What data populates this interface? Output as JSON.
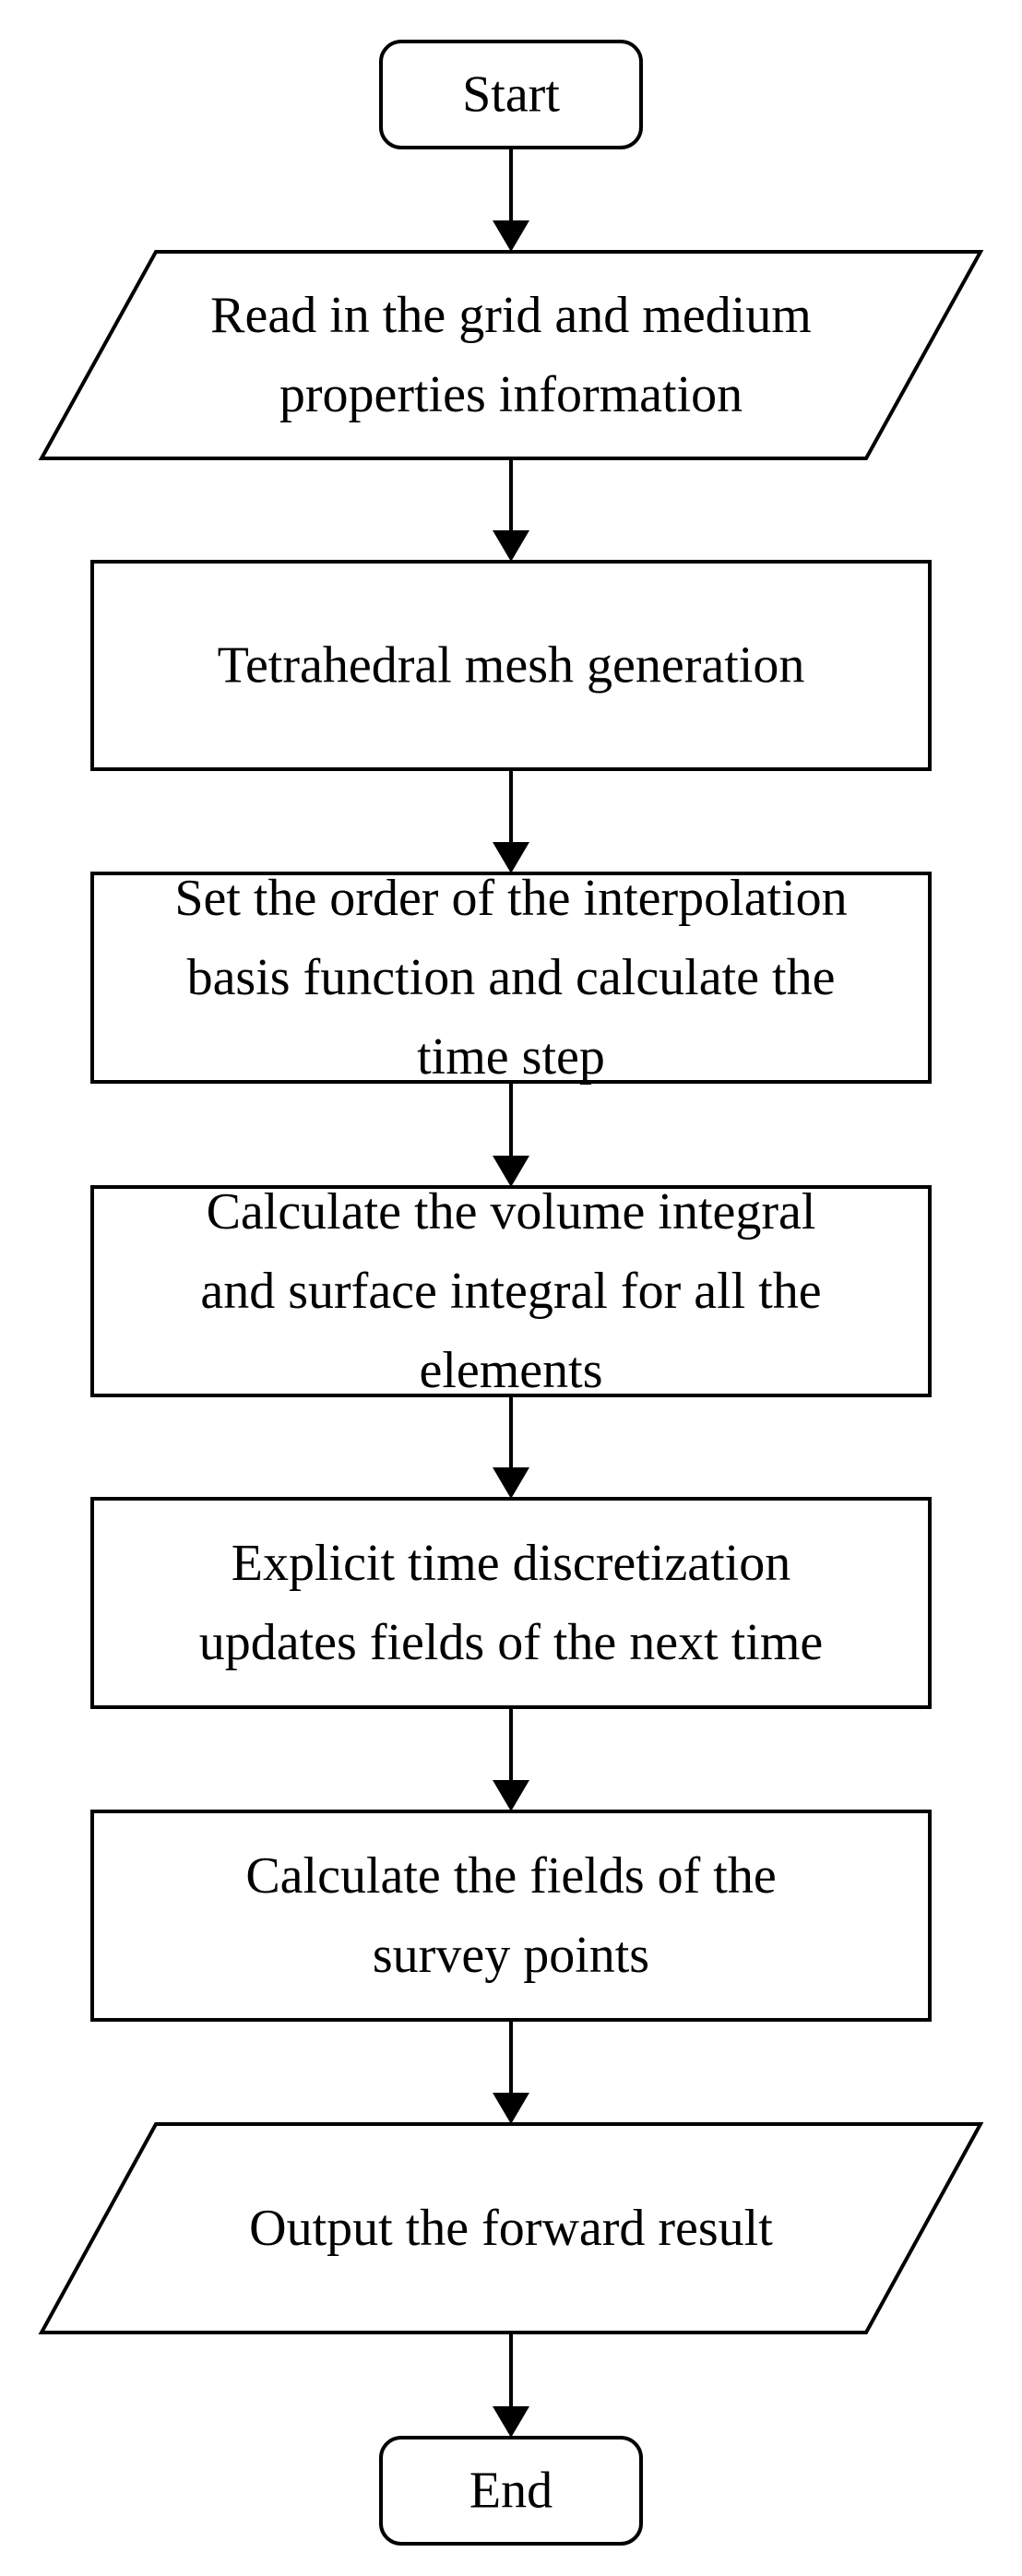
{
  "diagram": {
    "type": "flowchart",
    "nodes": [
      {
        "id": "start",
        "shape": "terminal",
        "lines": [
          "Start"
        ]
      },
      {
        "id": "read-input",
        "shape": "parallelogram",
        "lines": [
          "Read in the grid and medium",
          "properties information"
        ]
      },
      {
        "id": "mesh-generation",
        "shape": "process",
        "lines": [
          "Tetrahedral mesh generation"
        ]
      },
      {
        "id": "set-order",
        "shape": "process",
        "lines": [
          "Set the order of the interpolation",
          "basis function and calculate the",
          "time step"
        ]
      },
      {
        "id": "calc-integrals",
        "shape": "process",
        "lines": [
          "Calculate the volume integral",
          "and surface integral for all the",
          "elements"
        ]
      },
      {
        "id": "time-discretization",
        "shape": "process",
        "lines": [
          "Explicit time discretization",
          "updates fields of the next time"
        ]
      },
      {
        "id": "calc-survey",
        "shape": "process",
        "lines": [
          "Calculate the fields of the",
          "survey points"
        ]
      },
      {
        "id": "output-result",
        "shape": "parallelogram",
        "lines": [
          "Output the forward result"
        ]
      },
      {
        "id": "end",
        "shape": "terminal",
        "lines": [
          "End"
        ]
      }
    ],
    "edges": [
      {
        "from": "start",
        "to": "read-input"
      },
      {
        "from": "read-input",
        "to": "mesh-generation"
      },
      {
        "from": "mesh-generation",
        "to": "set-order"
      },
      {
        "from": "set-order",
        "to": "calc-integrals"
      },
      {
        "from": "calc-integrals",
        "to": "time-discretization"
      },
      {
        "from": "time-discretization",
        "to": "calc-survey"
      },
      {
        "from": "calc-survey",
        "to": "output-result"
      },
      {
        "from": "output-result",
        "to": "end"
      }
    ]
  }
}
